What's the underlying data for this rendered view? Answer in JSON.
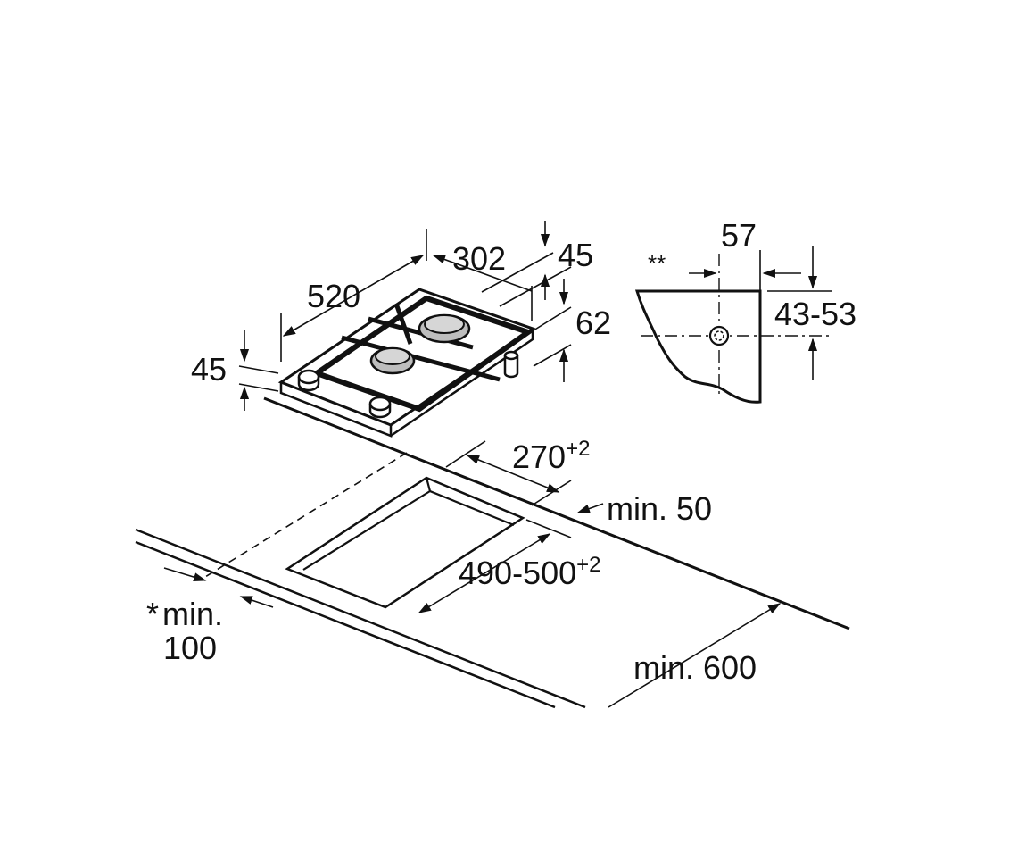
{
  "hob": {
    "width_label": "302",
    "depth_label": "520",
    "height_left_label": "45",
    "height_right_label": "45",
    "side_offset_label": "62"
  },
  "clamp": {
    "asterisks": "**",
    "top_label": "57",
    "range_label": "43-53"
  },
  "cutout": {
    "width_label": "270",
    "width_tolerance": "+2",
    "depth_label": "490-500",
    "depth_tolerance": "+2",
    "back_clearance": "min. 50",
    "front_clearance_star": "*",
    "front_clearance_label": "min.",
    "front_clearance_value": "100",
    "worktop_depth": "min. 600"
  },
  "colors": {
    "line": "#111111",
    "burner": "#bdbdbd",
    "background": "#ffffff"
  }
}
